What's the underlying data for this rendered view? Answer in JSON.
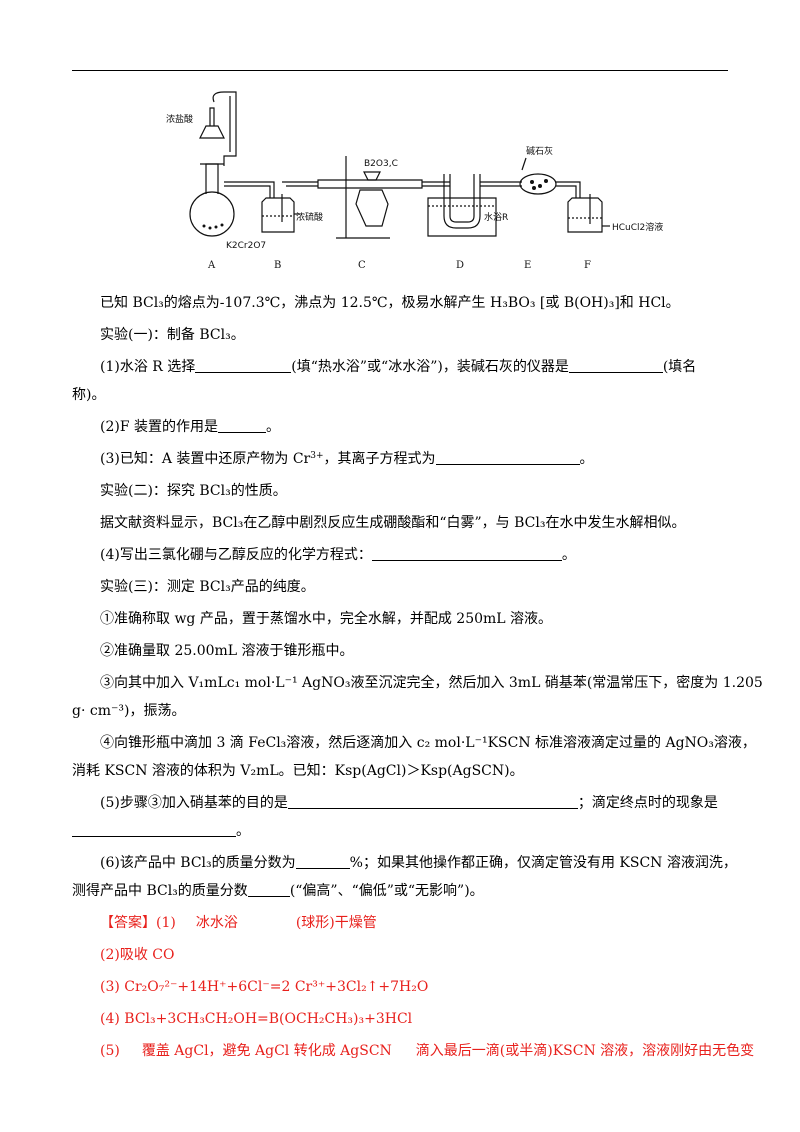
{
  "figure": {
    "labels": {
      "conc_hcl": "浓盐酸",
      "k2cr2o7": "K2Cr2O7",
      "conc_h2so4": "浓硫酸",
      "b2o3_c": "B2O3,C",
      "water_bath": "水浴R",
      "soda_lime": "碱石灰",
      "hcucl2": "HCuCl2溶液"
    },
    "letters": [
      "A",
      "B",
      "C",
      "D",
      "E",
      "F"
    ]
  },
  "text": {
    "known": "已知 BCl₃的熔点为-107.3℃，沸点为 12.5℃，极易水解产生 H₃BO₃ [或 B(OH)₃]和 HCl。",
    "exp1": "实验(一)：制备 BCl₃。",
    "q1a": "(1)水浴 R 选择",
    "q1b": "(填“热水浴”或“冰水浴”)，装碱石灰的仪器是",
    "q1c": "(填名",
    "q1d": "称)。",
    "q2a": "(2)F 装置的作用是",
    "q2b": "。",
    "q3a": "(3)已知：A 装置中还原产物为 Cr",
    "q3sup": "3+",
    "q3b": "，其离子方程式为",
    "q3c": "。",
    "exp2": "实验(二)：探究 BCl₃的性质。",
    "lit": "据文献资料显示，BCl₃在乙醇中剧烈反应生成硼酸酯和“白雾”，与 BCl₃在水中发生水解相似。",
    "q4a": "(4)写出三氯化硼与乙醇反应的化学方程式：",
    "q4b": "。",
    "exp3": "实验(三)：测定 BCl₃产品的纯度。",
    "s1": "①准确称取 wg 产品，置于蒸馏水中，完全水解，并配成 250mL 溶液。",
    "s2": "②准确量取 25.00mL 溶液于锥形瓶中。",
    "s3a": "③向其中加入 V₁mLc₁ mol·L⁻¹ AgNO₃液至沉淀完全，然后加入 3mL 硝基苯(常温常压下，密度为 1.205",
    "s3b": "g· cm⁻³)，振荡。",
    "s4a": "④向锥形瓶中滴加 3 滴 FeCl₃溶液，然后逐滴加入 c₂ mol·L⁻¹KSCN 标准溶液滴定过量的 AgNO₃溶液，",
    "s4b": "消耗 KSCN 溶液的体积为 V₂mL。已知：Ksp(AgCl)＞Ksp(AgSCN)。",
    "q5a": "(5)步骤③加入硝基苯的目的是",
    "q5b": "；滴定终点时的现象是",
    "q5c": "。",
    "q6a": "(6)该产品中 BCl₃的质量分数为",
    "q6b": "%；如果其他操作都正确，仅滴定管没有用 KSCN 溶液润洗，",
    "q6c": "测得产品中 BCl₃的质量分数",
    "q6d": "(“偏高”、“偏低”或“无影响”)。"
  },
  "answer": {
    "a1_tag": "【答案】(1)",
    "a1_1": "冰水浴",
    "a1_2": "(球形)干燥管",
    "a2": "(2)吸收 CO",
    "a3": "(3) Cr₂O₇²⁻+14H⁺+6Cl⁻=2 Cr³⁺+3Cl₂↑+7H₂O",
    "a4": "(4) BCl₃+3CH₃CH₂OH=B(OCH₂CH₃)₃+3HCl",
    "a5_tag": "(5)",
    "a5_1": "覆盖 AgCl，避免 AgCl 转化成 AgSCN",
    "a5_2": "滴入最后一滴(或半滴)KSCN 溶液，溶液刚好由无色变"
  }
}
